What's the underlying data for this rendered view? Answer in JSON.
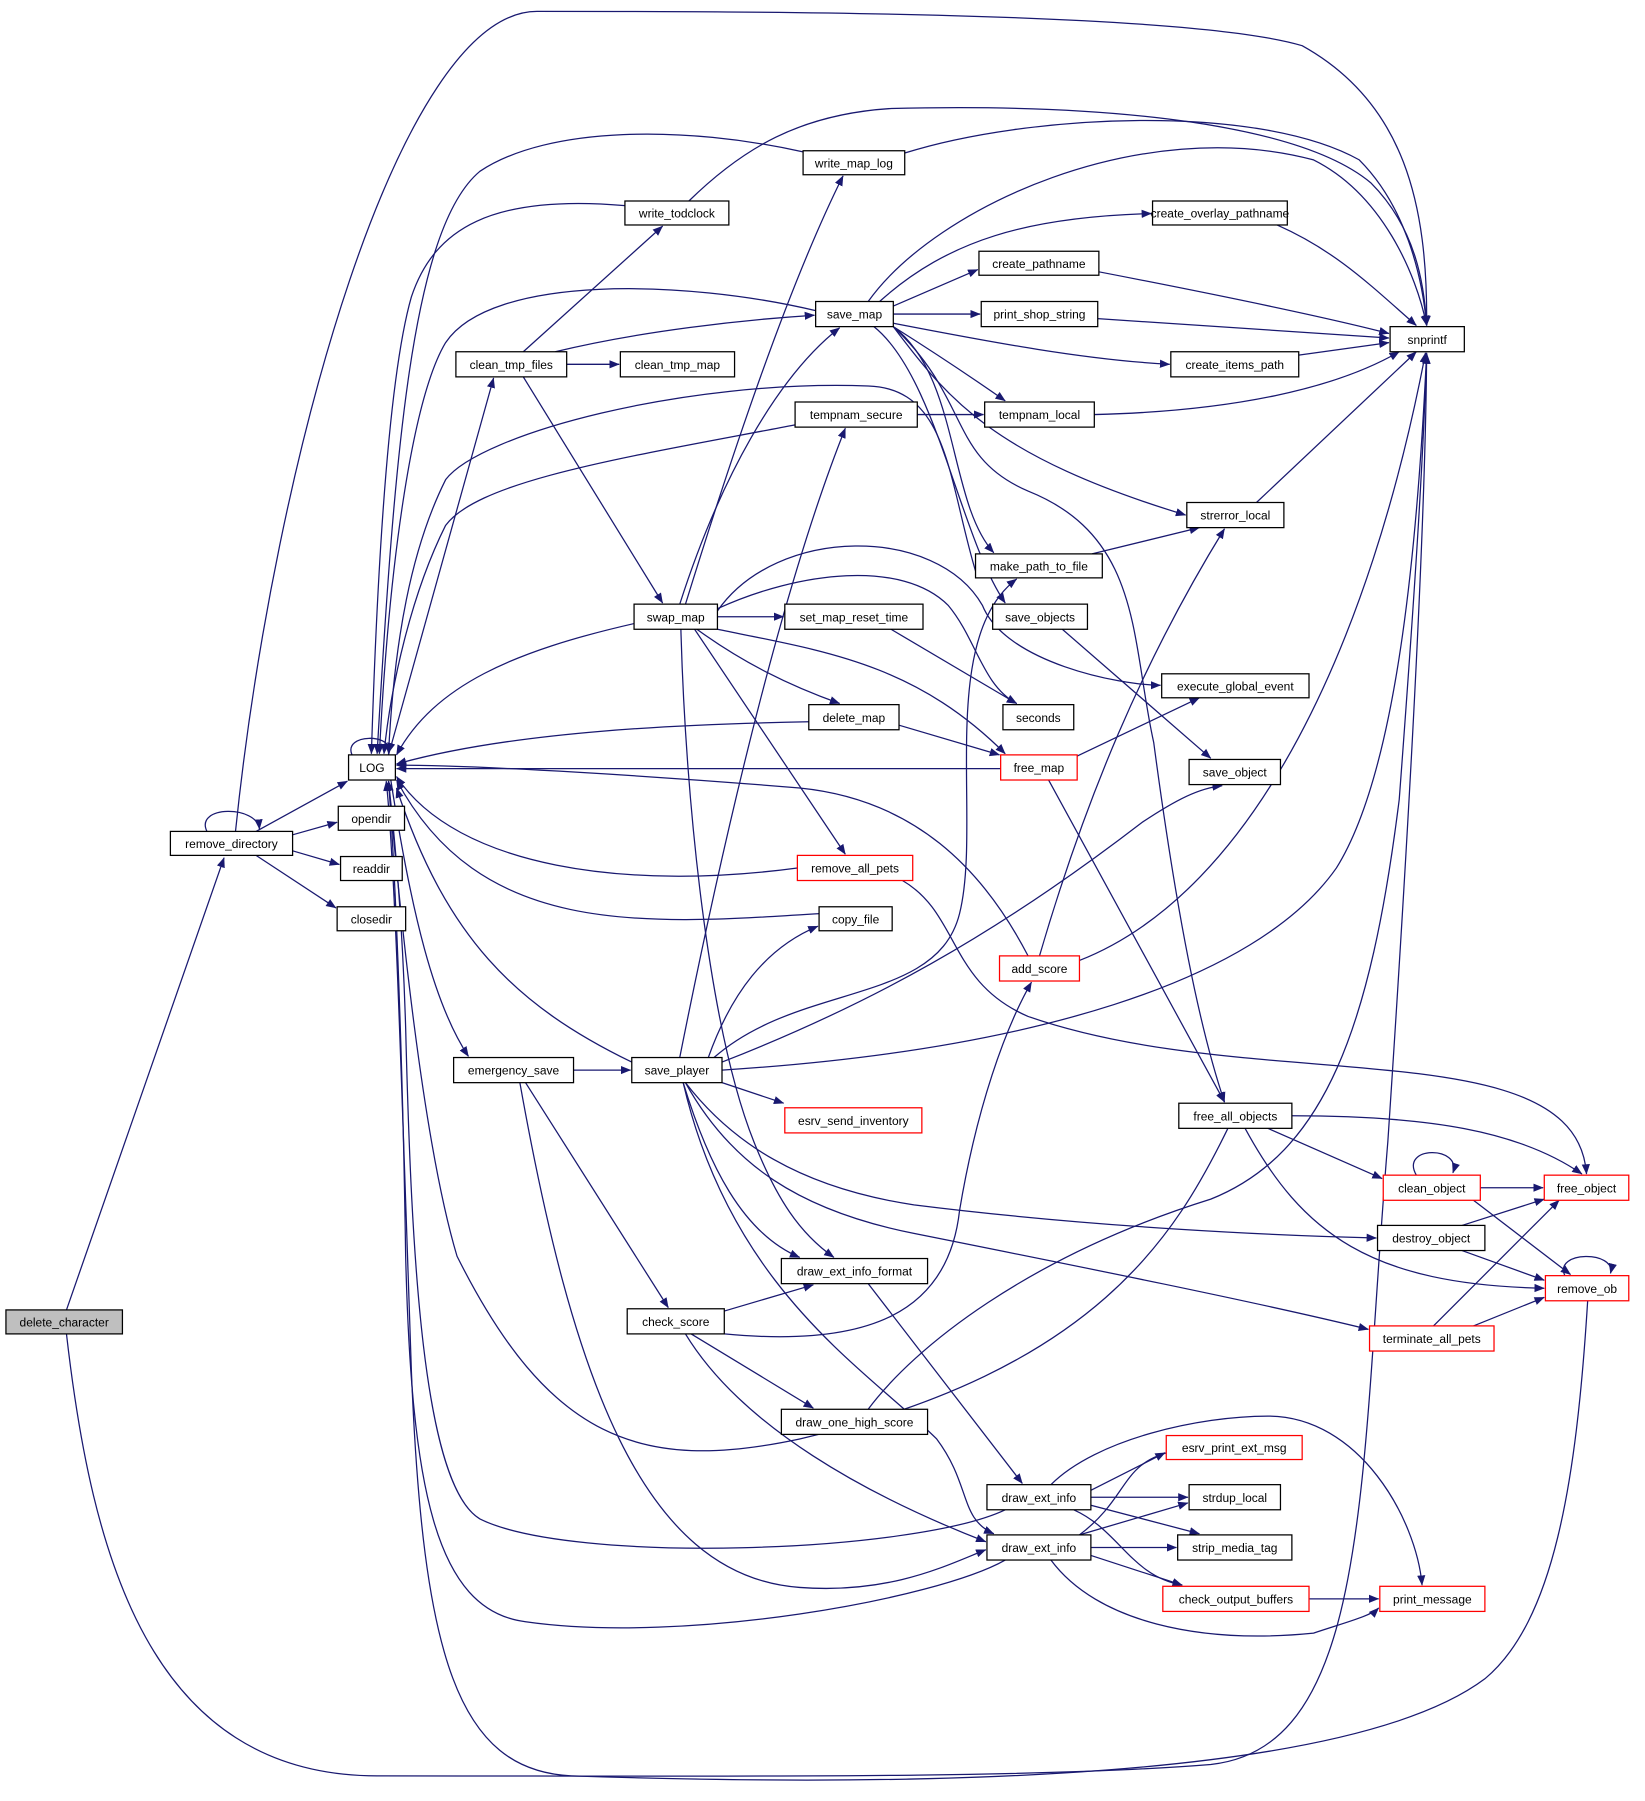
{
  "colors": {
    "edge": "#191970",
    "node_border": "#000000",
    "truncated_node_border": "#ff0000",
    "root_fill": "#bfbfbf",
    "node_fill": "#ffffff"
  },
  "root": "delete_character",
  "nodes": {
    "delete_character": {
      "label": "delete_character",
      "style": "root"
    },
    "remove_directory": {
      "label": "remove_directory",
      "style": "normal"
    },
    "LOG": {
      "label": "LOG",
      "style": "normal"
    },
    "opendir": {
      "label": "opendir",
      "style": "normal"
    },
    "readdir": {
      "label": "readdir",
      "style": "normal"
    },
    "closedir": {
      "label": "closedir",
      "style": "normal"
    },
    "clean_tmp_files": {
      "label": "clean_tmp_files",
      "style": "normal"
    },
    "clean_tmp_map": {
      "label": "clean_tmp_map",
      "style": "normal"
    },
    "write_todclock": {
      "label": "write_todclock",
      "style": "normal"
    },
    "write_map_log": {
      "label": "write_map_log",
      "style": "normal"
    },
    "save_map": {
      "label": "save_map",
      "style": "normal"
    },
    "create_overlay_pathname": {
      "label": "create_overlay_pathname",
      "style": "normal"
    },
    "create_pathname": {
      "label": "create_pathname",
      "style": "normal"
    },
    "print_shop_string": {
      "label": "print_shop_string",
      "style": "normal"
    },
    "create_items_path": {
      "label": "create_items_path",
      "style": "normal"
    },
    "snprintf": {
      "label": "snprintf",
      "style": "normal"
    },
    "tempnam_secure": {
      "label": "tempnam_secure",
      "style": "normal"
    },
    "tempnam_local": {
      "label": "tempnam_local",
      "style": "normal"
    },
    "strerror_local": {
      "label": "strerror_local",
      "style": "normal"
    },
    "make_path_to_file": {
      "label": "make_path_to_file",
      "style": "normal"
    },
    "swap_map": {
      "label": "swap_map",
      "style": "normal"
    },
    "set_map_reset_time": {
      "label": "set_map_reset_time",
      "style": "normal"
    },
    "save_objects": {
      "label": "save_objects",
      "style": "normal"
    },
    "execute_global_event": {
      "label": "execute_global_event",
      "style": "normal"
    },
    "seconds": {
      "label": "seconds",
      "style": "normal"
    },
    "delete_map": {
      "label": "delete_map",
      "style": "normal"
    },
    "free_map": {
      "label": "free_map",
      "style": "truncated"
    },
    "save_object": {
      "label": "save_object",
      "style": "normal"
    },
    "remove_all_pets": {
      "label": "remove_all_pets",
      "style": "truncated"
    },
    "copy_file": {
      "label": "copy_file",
      "style": "normal"
    },
    "add_score": {
      "label": "add_score",
      "style": "truncated"
    },
    "emergency_save": {
      "label": "emergency_save",
      "style": "normal"
    },
    "save_player": {
      "label": "save_player",
      "style": "normal"
    },
    "esrv_send_inventory": {
      "label": "esrv_send_inventory",
      "style": "truncated"
    },
    "free_all_objects": {
      "label": "free_all_objects",
      "style": "normal"
    },
    "clean_object": {
      "label": "clean_object",
      "style": "truncated"
    },
    "free_object": {
      "label": "free_object",
      "style": "truncated"
    },
    "destroy_object": {
      "label": "destroy_object",
      "style": "normal"
    },
    "remove_ob": {
      "label": "remove_ob",
      "style": "truncated"
    },
    "draw_ext_info_format": {
      "label": "draw_ext_info_format",
      "style": "normal"
    },
    "check_score": {
      "label": "check_score",
      "style": "normal"
    },
    "terminate_all_pets": {
      "label": "terminate_all_pets",
      "style": "truncated"
    },
    "draw_one_high_score": {
      "label": "draw_one_high_score",
      "style": "normal"
    },
    "esrv_print_ext_msg": {
      "label": "esrv_print_ext_msg",
      "style": "truncated"
    },
    "draw_ext_info_a": {
      "label": "draw_ext_info",
      "style": "normal"
    },
    "strdup_local": {
      "label": "strdup_local",
      "style": "normal"
    },
    "draw_ext_info_b": {
      "label": "draw_ext_info",
      "style": "normal"
    },
    "strip_media_tag": {
      "label": "strip_media_tag",
      "style": "normal"
    },
    "check_output_buffers": {
      "label": "check_output_buffers",
      "style": "truncated"
    },
    "print_message": {
      "label": "print_message",
      "style": "truncated"
    }
  },
  "edges": [
    [
      "delete_character",
      "remove_directory"
    ],
    [
      "delete_character",
      "snprintf"
    ],
    [
      "remove_directory",
      "remove_directory"
    ],
    [
      "remove_directory",
      "LOG"
    ],
    [
      "remove_directory",
      "opendir"
    ],
    [
      "remove_directory",
      "readdir"
    ],
    [
      "remove_directory",
      "closedir"
    ],
    [
      "remove_directory",
      "snprintf"
    ],
    [
      "LOG",
      "LOG"
    ],
    [
      "LOG",
      "clean_tmp_files"
    ],
    [
      "LOG",
      "emergency_save"
    ],
    [
      "clean_tmp_files",
      "write_todclock"
    ],
    [
      "clean_tmp_files",
      "save_map"
    ],
    [
      "clean_tmp_files",
      "clean_tmp_map"
    ],
    [
      "clean_tmp_files",
      "swap_map"
    ],
    [
      "write_todclock",
      "LOG"
    ],
    [
      "write_todclock",
      "snprintf"
    ],
    [
      "write_map_log",
      "LOG"
    ],
    [
      "write_map_log",
      "snprintf"
    ],
    [
      "save_map",
      "LOG"
    ],
    [
      "save_map",
      "create_overlay_pathname"
    ],
    [
      "save_map",
      "create_pathname"
    ],
    [
      "save_map",
      "print_shop_string"
    ],
    [
      "save_map",
      "create_items_path"
    ],
    [
      "save_map",
      "snprintf"
    ],
    [
      "save_map",
      "tempnam_local"
    ],
    [
      "save_map",
      "strerror_local"
    ],
    [
      "save_map",
      "make_path_to_file"
    ],
    [
      "save_map",
      "save_objects"
    ],
    [
      "save_map",
      "free_all_objects"
    ],
    [
      "create_overlay_pathname",
      "snprintf"
    ],
    [
      "create_pathname",
      "snprintf"
    ],
    [
      "print_shop_string",
      "snprintf"
    ],
    [
      "create_items_path",
      "snprintf"
    ],
    [
      "tempnam_local",
      "snprintf"
    ],
    [
      "strerror_local",
      "snprintf"
    ],
    [
      "tempnam_secure",
      "LOG"
    ],
    [
      "tempnam_secure",
      "tempnam_local"
    ],
    [
      "make_path_to_file",
      "strerror_local"
    ],
    [
      "make_path_to_file",
      "LOG"
    ],
    [
      "swap_map",
      "LOG"
    ],
    [
      "swap_map",
      "write_map_log"
    ],
    [
      "swap_map",
      "save_map"
    ],
    [
      "swap_map",
      "set_map_reset_time"
    ],
    [
      "swap_map",
      "delete_map"
    ],
    [
      "swap_map",
      "free_map"
    ],
    [
      "swap_map",
      "remove_all_pets"
    ],
    [
      "swap_map",
      "seconds"
    ],
    [
      "swap_map",
      "execute_global_event"
    ],
    [
      "swap_map",
      "draw_ext_info_format"
    ],
    [
      "set_map_reset_time",
      "seconds"
    ],
    [
      "save_objects",
      "save_object"
    ],
    [
      "delete_map",
      "LOG"
    ],
    [
      "delete_map",
      "free_map"
    ],
    [
      "free_map",
      "LOG"
    ],
    [
      "free_map",
      "execute_global_event"
    ],
    [
      "free_map",
      "free_all_objects"
    ],
    [
      "remove_all_pets",
      "LOG"
    ],
    [
      "remove_all_pets",
      "free_object"
    ],
    [
      "copy_file",
      "LOG"
    ],
    [
      "add_score",
      "LOG"
    ],
    [
      "add_score",
      "strerror_local"
    ],
    [
      "add_score",
      "snprintf"
    ],
    [
      "emergency_save",
      "save_player"
    ],
    [
      "emergency_save",
      "check_score"
    ],
    [
      "emergency_save",
      "draw_ext_info_b"
    ],
    [
      "save_player",
      "LOG"
    ],
    [
      "save_player",
      "tempnam_secure"
    ],
    [
      "save_player",
      "copy_file"
    ],
    [
      "save_player",
      "make_path_to_file"
    ],
    [
      "save_player",
      "save_object"
    ],
    [
      "save_player",
      "snprintf"
    ],
    [
      "save_player",
      "esrv_send_inventory"
    ],
    [
      "save_player",
      "draw_ext_info_format"
    ],
    [
      "save_player",
      "destroy_object"
    ],
    [
      "save_player",
      "terminate_all_pets"
    ],
    [
      "save_player",
      "draw_ext_info_b"
    ],
    [
      "free_all_objects",
      "LOG"
    ],
    [
      "free_all_objects",
      "free_object"
    ],
    [
      "free_all_objects",
      "clean_object"
    ],
    [
      "free_all_objects",
      "remove_ob"
    ],
    [
      "clean_object",
      "clean_object"
    ],
    [
      "clean_object",
      "free_object"
    ],
    [
      "clean_object",
      "remove_ob"
    ],
    [
      "destroy_object",
      "free_object"
    ],
    [
      "destroy_object",
      "remove_ob"
    ],
    [
      "remove_ob",
      "remove_ob"
    ],
    [
      "remove_ob",
      "LOG"
    ],
    [
      "terminate_all_pets",
      "free_object"
    ],
    [
      "terminate_all_pets",
      "remove_ob"
    ],
    [
      "draw_ext_info_format",
      "draw_ext_info_a"
    ],
    [
      "check_score",
      "draw_ext_info_format"
    ],
    [
      "check_score",
      "add_score"
    ],
    [
      "check_score",
      "draw_one_high_score"
    ],
    [
      "check_score",
      "draw_ext_info_b"
    ],
    [
      "draw_one_high_score",
      "snprintf"
    ],
    [
      "draw_ext_info_a",
      "LOG"
    ],
    [
      "draw_ext_info_a",
      "esrv_print_ext_msg"
    ],
    [
      "draw_ext_info_a",
      "strdup_local"
    ],
    [
      "draw_ext_info_a",
      "strip_media_tag"
    ],
    [
      "draw_ext_info_a",
      "check_output_buffers"
    ],
    [
      "draw_ext_info_a",
      "print_message"
    ],
    [
      "draw_ext_info_b",
      "LOG"
    ],
    [
      "draw_ext_info_b",
      "esrv_print_ext_msg"
    ],
    [
      "draw_ext_info_b",
      "strdup_local"
    ],
    [
      "draw_ext_info_b",
      "strip_media_tag"
    ],
    [
      "draw_ext_info_b",
      "check_output_buffers"
    ],
    [
      "draw_ext_info_b",
      "print_message"
    ],
    [
      "check_output_buffers",
      "print_message"
    ]
  ]
}
